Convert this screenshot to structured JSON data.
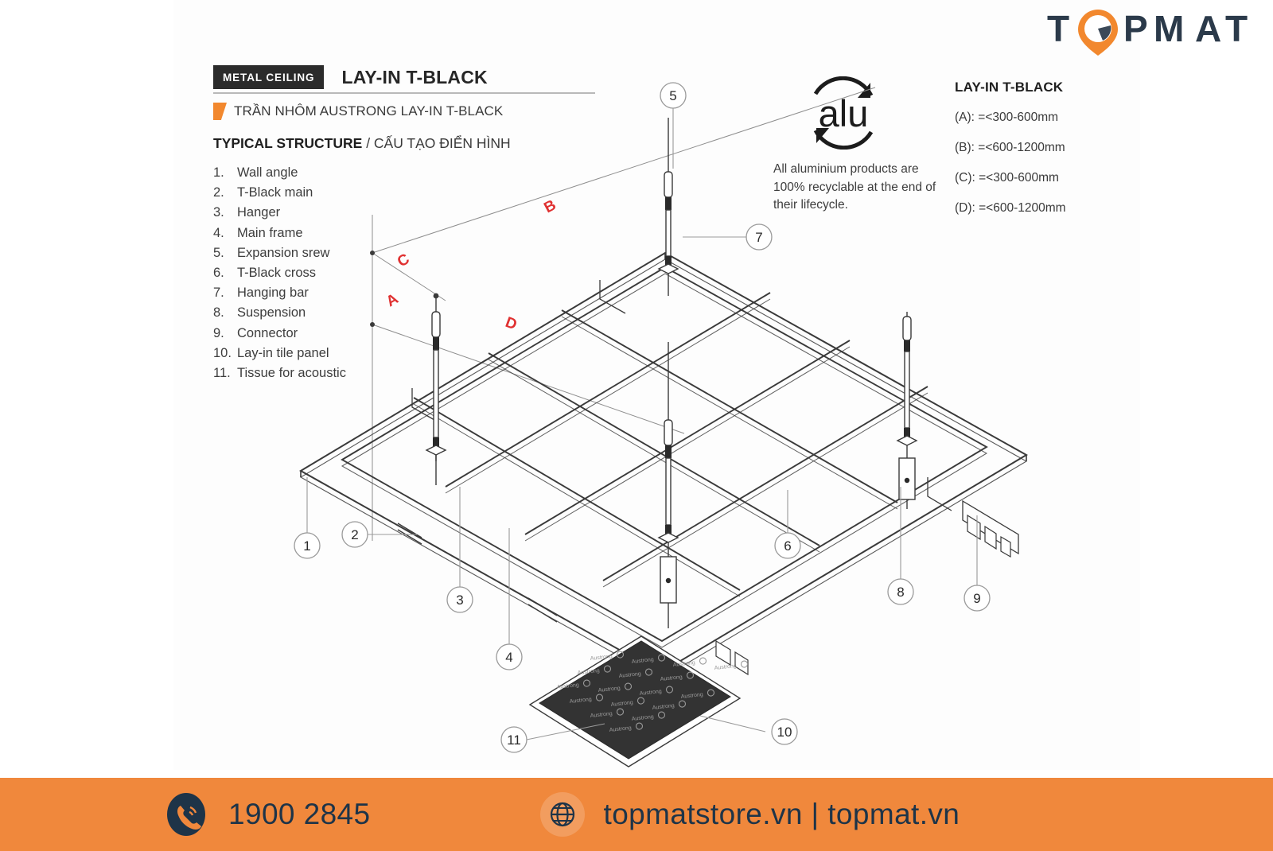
{
  "brand": {
    "name": "TOPMAT",
    "text_color": "#2b3a4a",
    "accent_color": "#F2882E"
  },
  "header": {
    "badge": "METAL CEILING",
    "title": "LAY-IN T-BLACK",
    "subtitle": "TRẦN NHÔM AUSTRONG LAY-IN T-BLACK"
  },
  "structure": {
    "heading_bold": "TYPICAL STRUCTURE",
    "heading_rest": " / CẤU TẠO ĐIỂN HÌNH",
    "items": [
      {
        "n": "1.",
        "label": "Wall angle"
      },
      {
        "n": "2.",
        "label": "T-Black main"
      },
      {
        "n": "3.",
        "label": "Hanger"
      },
      {
        "n": "4.",
        "label": "Main frame"
      },
      {
        "n": "5.",
        "label": "Expansion srew"
      },
      {
        "n": "6.",
        "label": "T-Black cross"
      },
      {
        "n": "7.",
        "label": "Hanging bar"
      },
      {
        "n": "8.",
        "label": "Suspension"
      },
      {
        "n": "9.",
        "label": "Connector"
      },
      {
        "n": "10.",
        "label": "Lay-in tile panel"
      },
      {
        "n": "11.",
        "label": "Tissue for acoustic"
      }
    ]
  },
  "alu": {
    "mark": "alu",
    "note": "All aluminium products are 100% recyclable at the end of their lifecycle."
  },
  "spec": {
    "title": "LAY-IN T-BLACK",
    "rows": [
      "(A): =<300-600mm",
      "(B): =<600-1200mm",
      "(C): =<300-600mm",
      "(D): =<600-1200mm"
    ]
  },
  "diagram": {
    "dimension_labels": [
      "A",
      "B",
      "C",
      "D"
    ],
    "dimension_color": "#e03131",
    "callouts": [
      "1",
      "2",
      "3",
      "4",
      "5",
      "6",
      "7",
      "8",
      "9",
      "10",
      "11"
    ],
    "panel_watermark": "Austrong",
    "line_color": "#3a3a3a"
  },
  "footer": {
    "phone": "1900 2845",
    "web": "topmatstore.vn | topmat.vn",
    "bg_color": "#F0883C",
    "text_color": "#1e3448"
  }
}
